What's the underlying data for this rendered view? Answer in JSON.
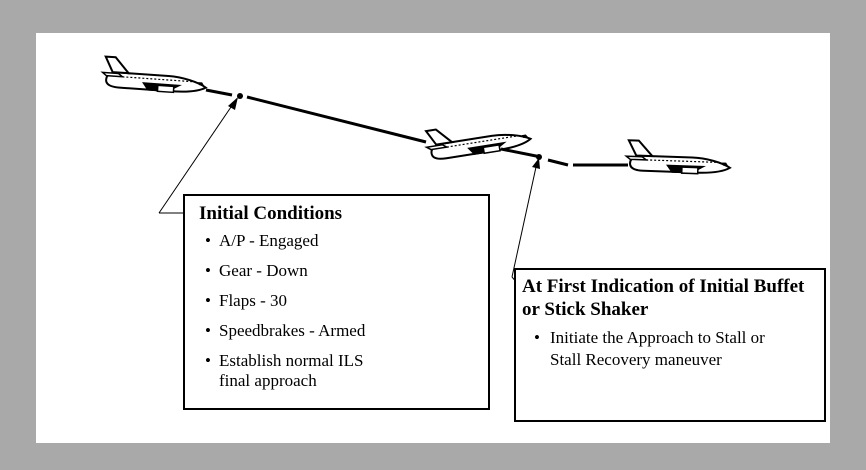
{
  "box_initial": {
    "title": "Initial Conditions",
    "items": [
      "A/P - Engaged",
      "Gear - Down",
      "Flaps - 30",
      "Speedbrakes - Armed",
      "Establish normal ILS final approach"
    ]
  },
  "box_first_indication": {
    "title": "At First Indication of Initial Buffet or Stick Shaker",
    "items": [
      "Initiate the Approach to Stall or Stall Recovery maneuver"
    ]
  },
  "icons": [
    "airplane-icon",
    "airplane-icon",
    "airplane-icon"
  ],
  "colors": {
    "background": "#a9a9a9",
    "panel": "#ffffff",
    "ink": "#000000"
  }
}
